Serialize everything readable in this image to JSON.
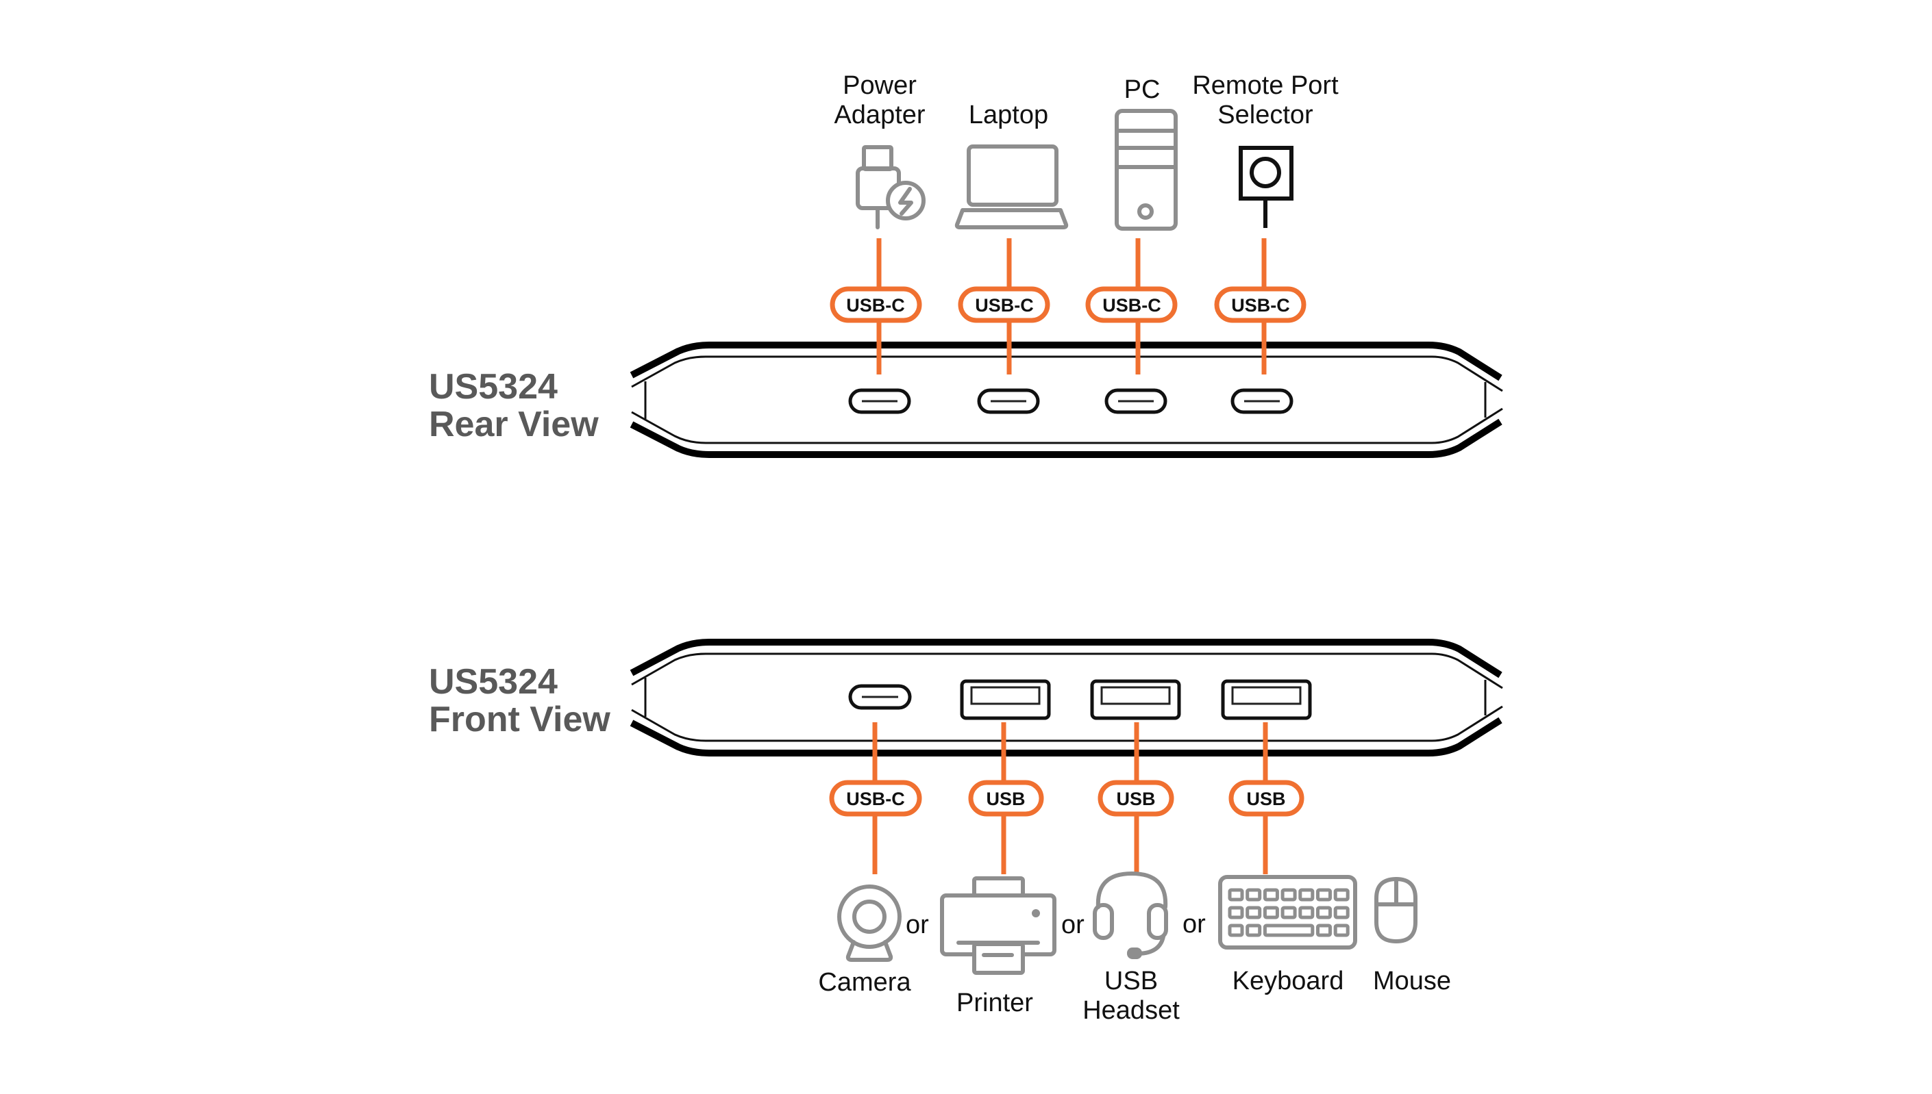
{
  "colors": {
    "accent": "#f07030",
    "icon_gray": "#8e8e8e",
    "title_gray": "#595959",
    "text": "#111111"
  },
  "rear": {
    "title_line1": "US5324",
    "title_line2": "Rear View",
    "connections": [
      {
        "device": "power-adapter",
        "label_line1": "Power",
        "label_line2": "Adapter",
        "port": "USB-C",
        "icon": "power-adapter-icon"
      },
      {
        "device": "laptop",
        "label_line1": "",
        "label_line2": "Laptop",
        "port": "USB-C",
        "icon": "laptop-icon"
      },
      {
        "device": "pc",
        "label_line1": "PC",
        "label_line2": "",
        "port": "USB-C",
        "icon": "pc-tower-icon"
      },
      {
        "device": "remote-port-selector",
        "label_line1": "Remote Port",
        "label_line2": "Selector",
        "port": "USB-C",
        "icon": "remote-port-selector-icon"
      }
    ]
  },
  "front": {
    "title_line1": "US5324",
    "title_line2": "Front View",
    "connections": [
      {
        "port": "USB-C",
        "device_label": "Camera",
        "icon": "camera-icon"
      },
      {
        "port": "USB",
        "device_label": "Printer",
        "icon": "printer-icon"
      },
      {
        "port": "USB",
        "device_label_line1": "USB",
        "device_label_line2": "Headset",
        "icon": "headset-icon"
      },
      {
        "port": "USB",
        "device_label": "Keyboard",
        "extra_label": "Mouse",
        "icon": "keyboard-icon",
        "extra_icon": "mouse-icon"
      }
    ],
    "separator": "or"
  }
}
